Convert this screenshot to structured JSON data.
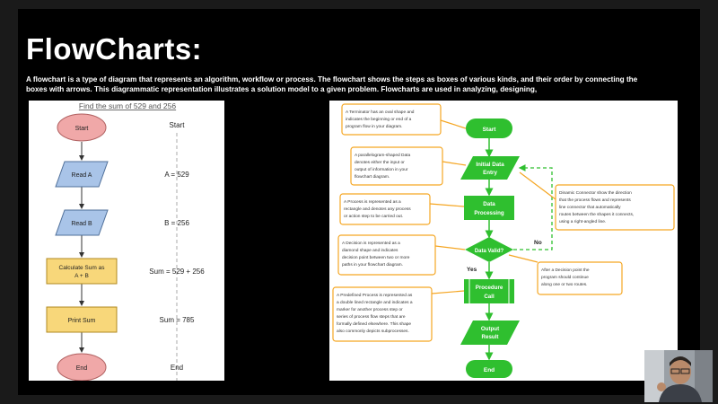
{
  "slide": {
    "title": "FlowCharts:",
    "description": "A flowchart is a type of diagram that represents an algorithm, workflow or process. The flowchart shows the steps as boxes of various kinds, and their order by connecting the boxes with arrows. This diagrammatic representation illustrates a solution model to a given problem. Flowcharts are used in analyzing, designing,"
  },
  "left_diagram": {
    "heading": "Find the sum of 529 and 256",
    "nodes": [
      "Start",
      "Read A",
      "Read B",
      "Calculate Sum as",
      "A + B",
      "Print Sum",
      "End"
    ],
    "trace": [
      "Start",
      "A = 529",
      "B = 256",
      "Sum = 529 + 256",
      "Sum = 785",
      "End"
    ]
  },
  "right_diagram": {
    "nodes": {
      "start": "Start",
      "data1": "Initial Data",
      "data2": "Entry",
      "proc1": "Data",
      "proc2": "Processing",
      "decision": "Data Valid?",
      "pre1": "Procedure",
      "pre2": "Call",
      "out1": "Output",
      "out2": "Result",
      "end": "End"
    },
    "labels": {
      "yes": "Yes",
      "no": "No"
    },
    "notes": {
      "terminator": [
        "A Terminator has an oval shape and",
        "indicates the beginning or end of a",
        "program flow in your diagram."
      ],
      "data": [
        "A parallelogram-shaped Data",
        "denotes either the input or",
        "output of information in your",
        "flowchart diagram."
      ],
      "process": [
        "A Process is represented as a",
        "rectangle and denotes any process",
        "or action step to be carried out."
      ],
      "decision": [
        "A Decision is represented as a",
        "diamond shape and indicates",
        "decision point between two or more",
        "paths in your flowchart diagram."
      ],
      "predefined": [
        "A Predefined Process is represented as",
        "a double lined rectangle and indicates a",
        "marker for another process step or",
        "series of process flow steps that are",
        "formally defined elsewhere. This shape",
        "also commonly depicts subprocesses."
      ],
      "connector": [
        "Dinamic Connector show the direction",
        "that the process flows and represents",
        "line connector that automatically",
        "routes between the shapes it connects,",
        "using a right-angled line."
      ],
      "after_decision": [
        "After a Decision point the",
        "program should continue",
        "along one or two routes."
      ]
    }
  },
  "colors": {
    "green": "#2fbf2f",
    "orange": "#f5a623",
    "start_fill": "#f0a8a8",
    "read_fill": "#a9c4e8",
    "calc_fill": "#f8d77a"
  }
}
